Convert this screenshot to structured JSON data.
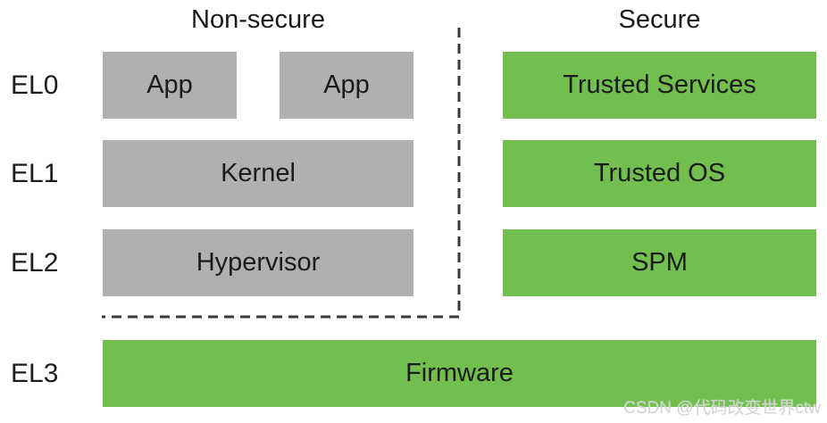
{
  "colors": {
    "background": "#ffffff",
    "non_secure_box": "#b0b0b0",
    "secure_box": "#72bf50",
    "text": "#1b1b1b",
    "dashed_line": "#3a3a3a",
    "watermark": "#d2d2d2"
  },
  "headers": {
    "non_secure": "Non-secure",
    "secure": "Secure"
  },
  "exception_levels": [
    {
      "label": "EL0"
    },
    {
      "label": "EL1"
    },
    {
      "label": "EL2"
    },
    {
      "label": "EL3"
    }
  ],
  "boxes": {
    "app_1": "App",
    "app_2": "App",
    "kernel": "Kernel",
    "hypervisor": "Hypervisor",
    "trusted_services": "Trusted Services",
    "trusted_os": "Trusted OS",
    "spm": "SPM",
    "firmware": "Firmware"
  },
  "watermark": "CSDN @代码改变世界ctw"
}
